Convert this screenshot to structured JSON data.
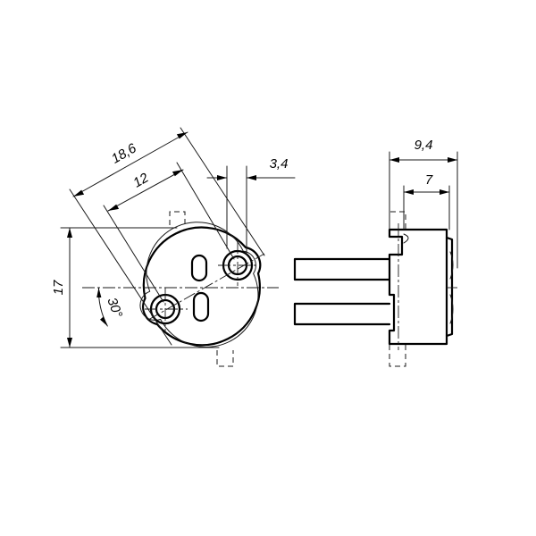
{
  "dimensions": {
    "diag_outer": "18,6",
    "diag_inner": "12",
    "pin_offset": "3,4",
    "height": "17",
    "angle": "30°",
    "side_width": "9,4",
    "side_inner": "7"
  }
}
